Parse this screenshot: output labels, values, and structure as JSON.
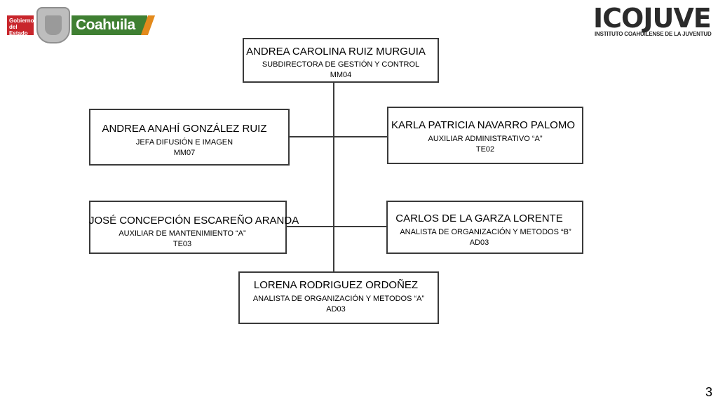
{
  "logos": {
    "gobierno": {
      "badge": "Gobierno del Estado",
      "name": "Coahuila",
      "colors": {
        "red": "#c8262c",
        "green": "#3f7f32",
        "orange": "#e38a1c"
      }
    },
    "icojuve": {
      "name": "ICOJUVE",
      "subtitle": "INSTITUTO COAHUILENSE DE LA JUVENTUD"
    }
  },
  "org_chart": {
    "head": {
      "name": "ANDREA CAROLINA RUIZ MURGUIA",
      "title": "SUBDIRECTORA DE GESTIÓN Y CONTROL",
      "code": "MM04"
    },
    "left_top": {
      "name": "ANDREA ANAHÍ GONZÁLEZ RUIZ",
      "title": "JEFA DIFUSIÓN E IMAGEN",
      "code": "MM07"
    },
    "right_top": {
      "name": "KARLA PATRICIA NAVARRO PALOMO",
      "title": "AUXILIAR ADMINISTRATIVO “A”",
      "code": "TE02"
    },
    "left_mid": {
      "name": "JOSÉ CONCEPCIÓN ESCAREÑO ARANDA",
      "title": "AUXILIAR DE MANTENIMIENTO “A”",
      "code": "TE03"
    },
    "right_mid": {
      "name": "CARLOS DE LA GARZA LORENTE",
      "title": "ANALISTA DE ORGANIZACIÓN Y METODOS “B”",
      "code": "AD03"
    },
    "bottom": {
      "name": "LORENA RODRIGUEZ ORDOÑEZ",
      "title": "ANALISTA DE ORGANIZACIÓN Y METODOS “A”",
      "code": "AD03"
    }
  },
  "page_number": "3"
}
